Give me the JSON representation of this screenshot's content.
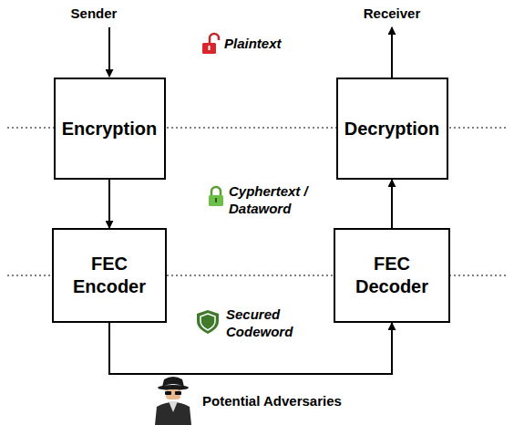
{
  "diagram": {
    "nodes": [
      {
        "text": [
          "Encryption"
        ]
      },
      {
        "text": [
          "Decryption"
        ]
      },
      {
        "text": [
          "FEC Encoder"
        ]
      },
      {
        "text": [
          "FEC Decoder"
        ]
      }
    ],
    "edges": [
      {
        "from": 0,
        "to": 2,
        "arrow": "to"
      },
      {
        "from": 2,
        "to": 3,
        "arrow": "to"
      },
      {
        "from": 3,
        "to": 1,
        "arrow": "to"
      }
    ],
    "labels": [
      "Sender",
      "Receiver",
      "Plaintext",
      "Cyphertext / Dataword",
      "Secured Codeword",
      "Potential Adversaries"
    ]
  }
}
